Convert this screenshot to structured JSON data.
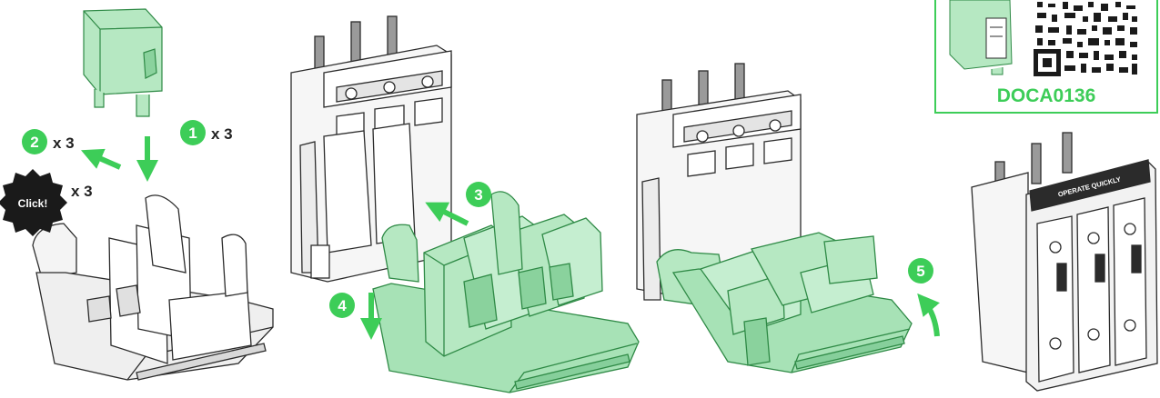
{
  "colors": {
    "accent_green": "#3dcd58",
    "part_fill": "#b6e8c2",
    "part_fill_dark": "#8ad29d",
    "part_stroke": "#2f8a46",
    "line_gray": "#2b2b2b",
    "base_gray": "#f2f2f2",
    "click_black": "#1a1a1a",
    "text_dark": "#222222"
  },
  "steps": [
    {
      "number": "1",
      "multiplier": "x 3",
      "arrow": "arrow-down-icon"
    },
    {
      "number": "2",
      "multiplier": "x 3",
      "arrow": "arrow-up-left-icon"
    },
    {
      "number": "3",
      "multiplier": "",
      "arrow": "arrow-up-left-icon"
    },
    {
      "number": "4",
      "multiplier": "",
      "arrow": "arrow-down-icon"
    },
    {
      "number": "5",
      "multiplier": "",
      "arrow": "arrow-rotate-icon"
    }
  ],
  "click_badge": {
    "text": "Click!",
    "multiplier": "x 3"
  },
  "device_label": "OPERATE QUICKLY",
  "doc_reference": {
    "code": "DOCA0136",
    "icon": "qr-code-icon"
  }
}
